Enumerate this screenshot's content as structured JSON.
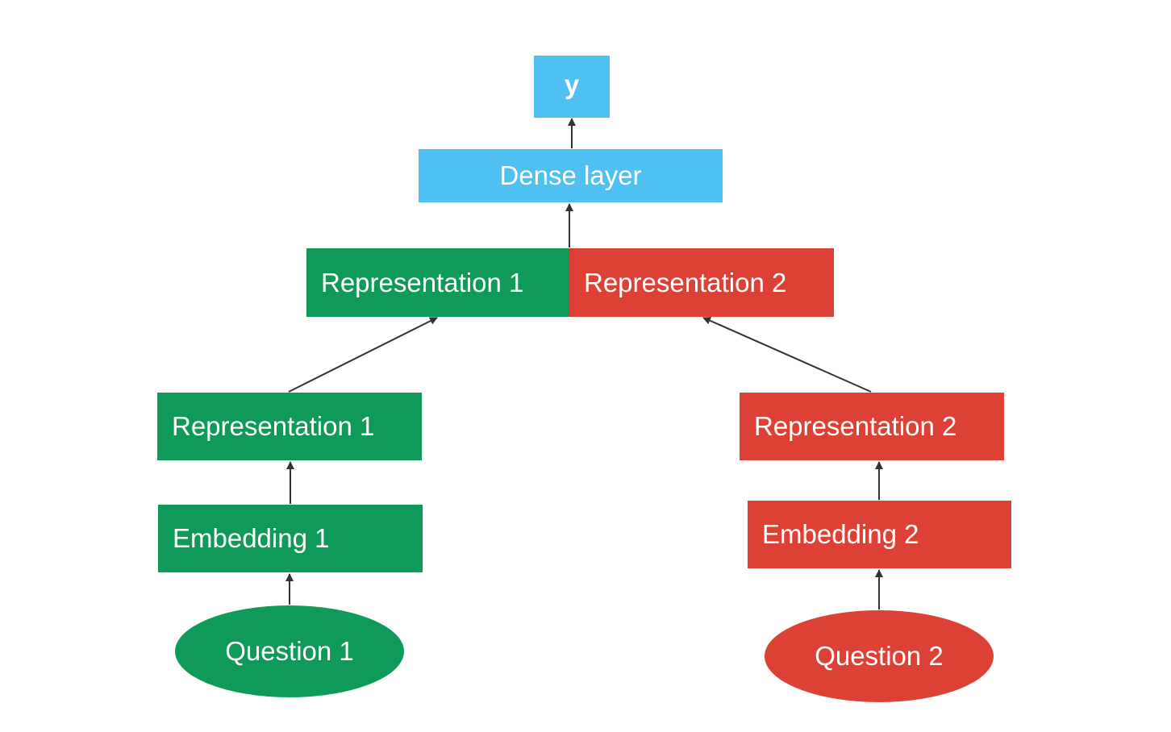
{
  "colors": {
    "blue": "#4fc0f2",
    "green": "#0f9a59",
    "red": "#dd4136",
    "arrow": "#333333"
  },
  "nodes": {
    "y": {
      "label": "y"
    },
    "dense": {
      "label": "Dense layer"
    },
    "top_rep1": {
      "label": "Representation 1"
    },
    "top_rep2": {
      "label": "Representation 2"
    },
    "left_rep1": {
      "label": "Representation 1"
    },
    "right_rep2": {
      "label": "Representation 2"
    },
    "left_emb1": {
      "label": "Embedding 1"
    },
    "right_emb2": {
      "label": "Embedding 2"
    },
    "left_q1": {
      "label": "Question 1"
    },
    "right_q2": {
      "label": "Question 2"
    }
  },
  "edges": [
    {
      "from": "dense",
      "to": "y"
    },
    {
      "from": "top_rep1",
      "to": "dense"
    },
    {
      "from": "left_rep1",
      "to": "top_rep1"
    },
    {
      "from": "right_rep2",
      "to": "top_rep2"
    },
    {
      "from": "left_emb1",
      "to": "left_rep1"
    },
    {
      "from": "right_emb2",
      "to": "right_rep2"
    },
    {
      "from": "left_q1",
      "to": "left_emb1"
    },
    {
      "from": "right_q2",
      "to": "right_emb2"
    }
  ]
}
